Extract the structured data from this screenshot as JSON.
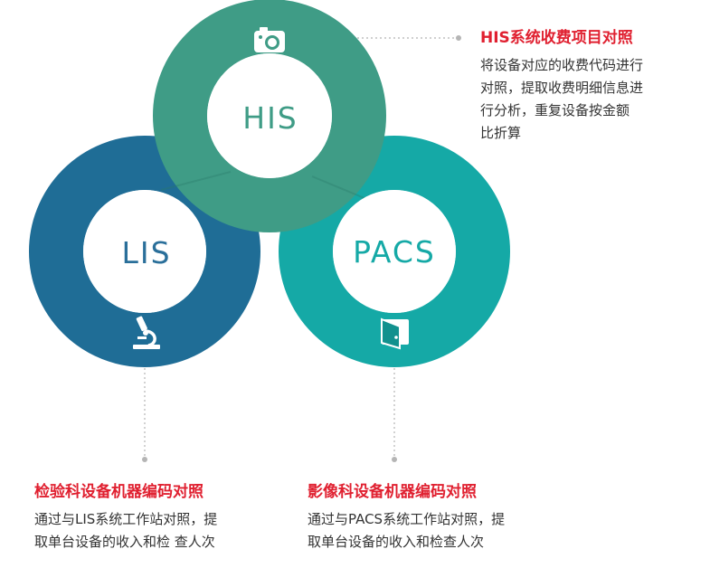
{
  "rings": {
    "his": {
      "label": "HIS",
      "color": "#3f9c86",
      "label_color": "#3f9c86",
      "icon": "camera-icon"
    },
    "lis": {
      "label": "LIS",
      "color": "#1f6d96",
      "label_color": "#2a6f9a",
      "icon": "microscope-icon"
    },
    "pacs": {
      "label": "PACS",
      "color": "#15a9a6",
      "label_color": "#15a9a6",
      "icon": "wallet-icon"
    }
  },
  "callouts": {
    "his": {
      "title": "HIS系统收费项目对照",
      "lines": [
        "将设备对应的收费代码进行",
        "对照，提取收费明细信息进",
        "行分析，重复设备按金额",
        "比折算"
      ]
    },
    "lis": {
      "title": "检验科设备机器编码对照",
      "lines": [
        "通过与LIS系统工作站对照，提",
        "取单台设备的收入和检 查人次"
      ]
    },
    "pacs": {
      "title": "影像科设备机器编码对照",
      "lines": [
        "通过与PACS系统工作站对照，提",
        "取单台设备的收入和检查人次"
      ]
    }
  },
  "connector_color": "#b5b5b5",
  "title_color": "#e02030"
}
